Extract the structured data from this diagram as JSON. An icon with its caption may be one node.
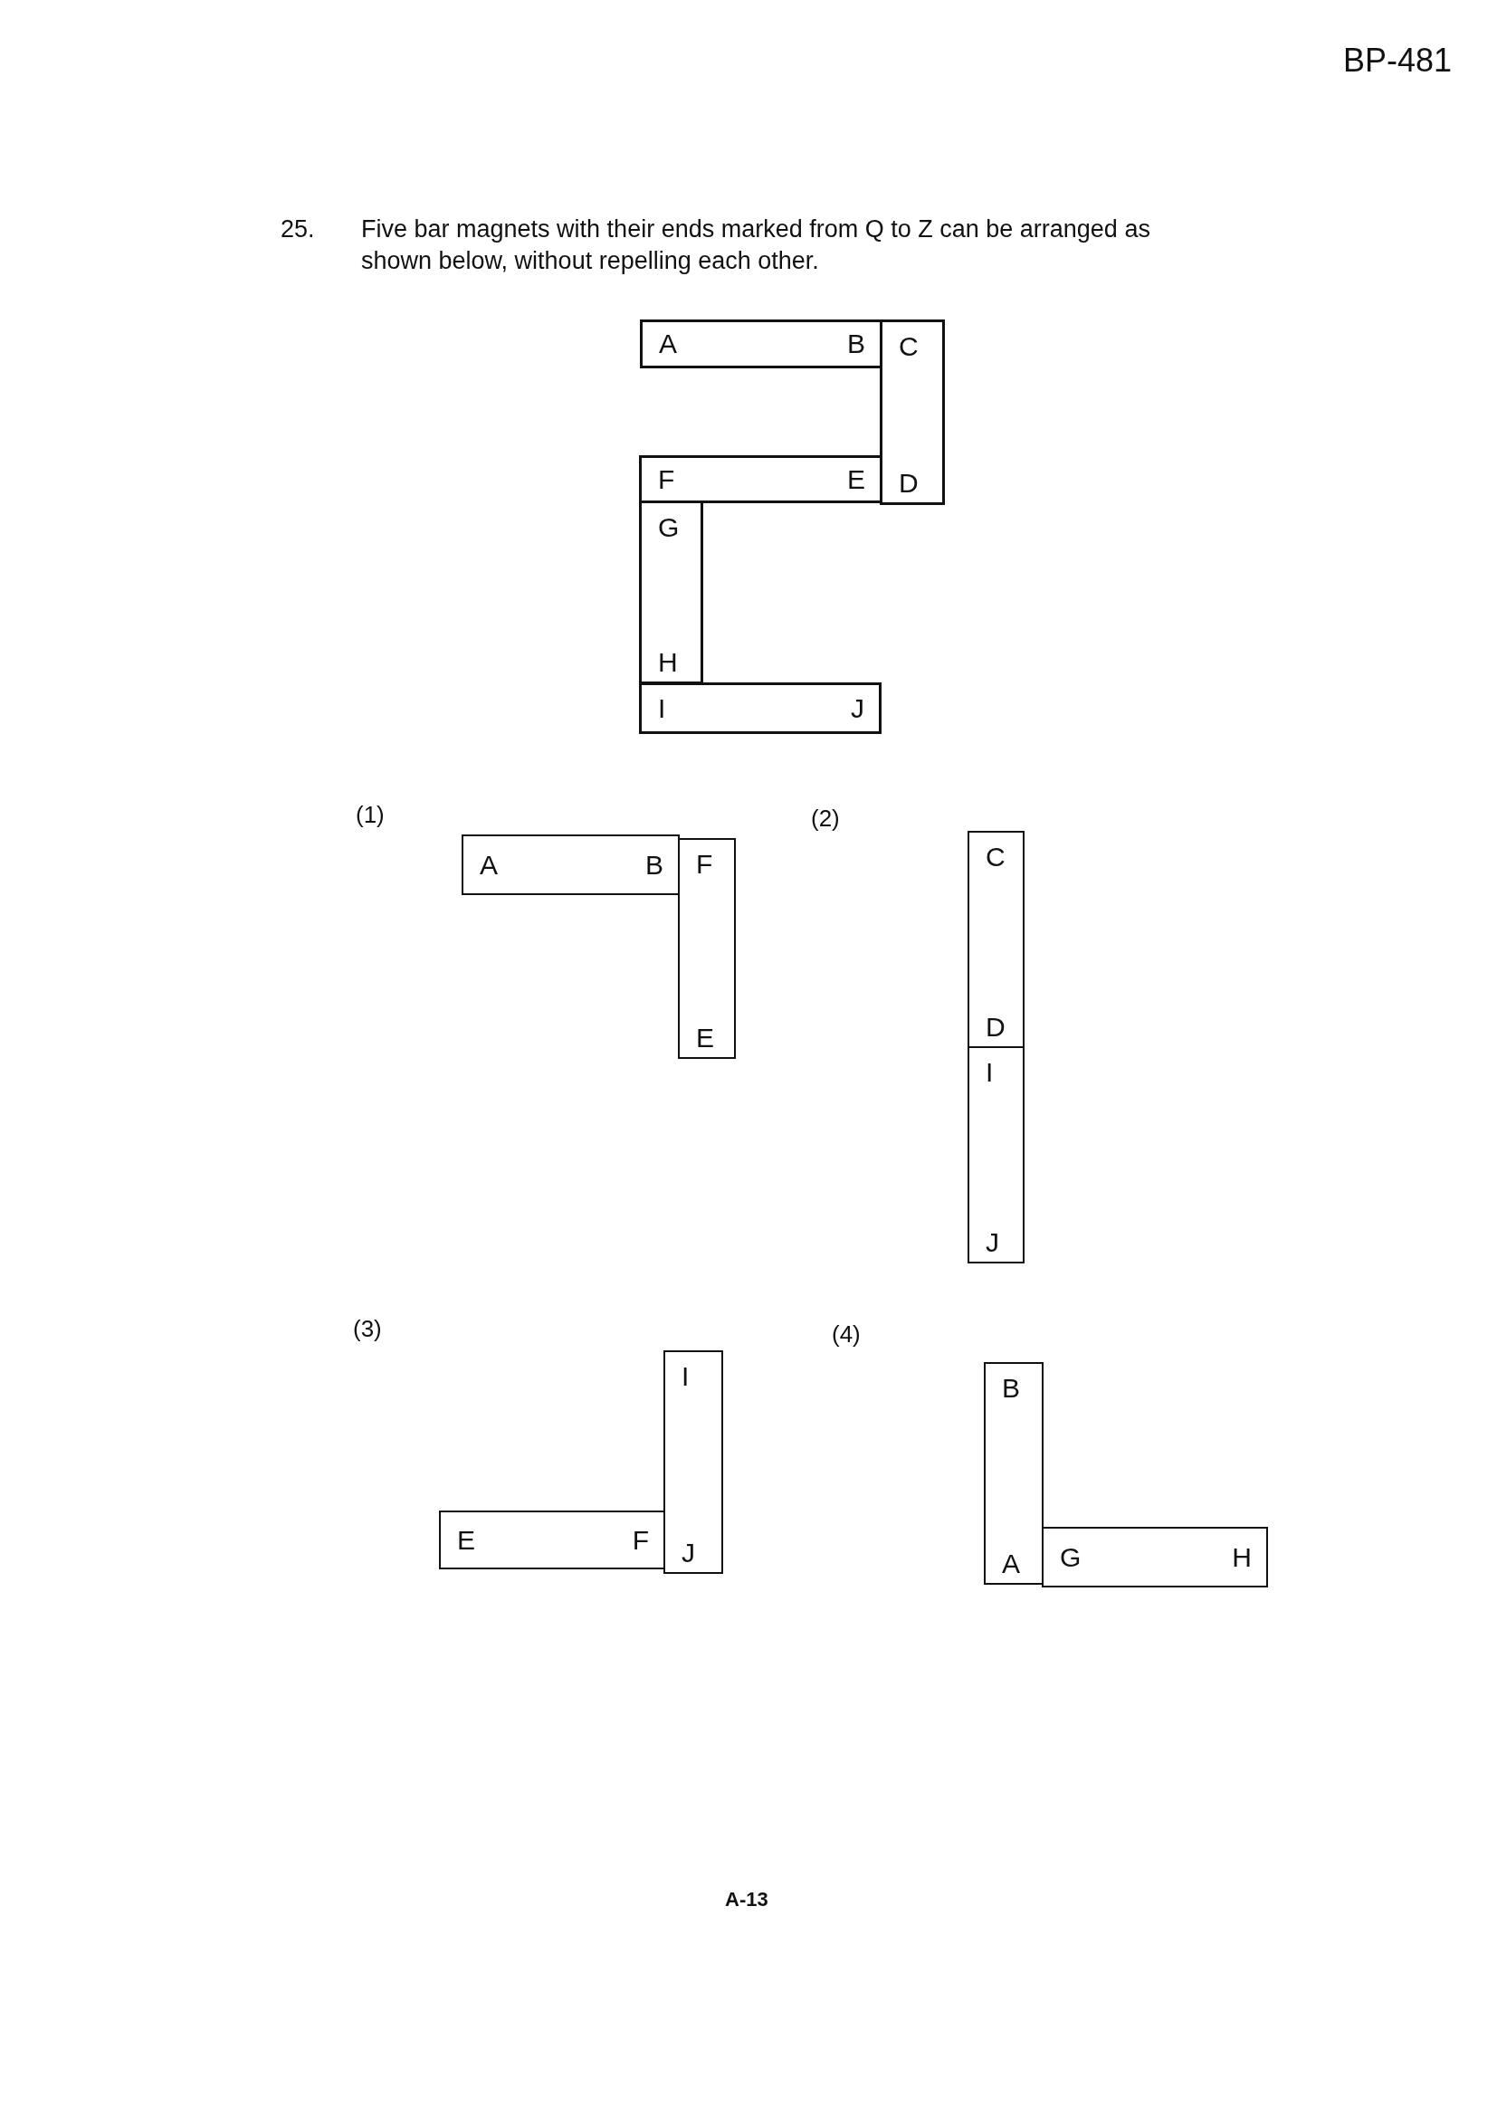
{
  "diagram": {
    "nodes": [
      {
        "text": [
          "A",
          "B"
        ]
      },
      {
        "text": [
          "C",
          "D"
        ]
      },
      {
        "text": [
          "F",
          "E"
        ]
      },
      {
        "text": [
          "G",
          "H"
        ]
      },
      {
        "text": [
          "I",
          "J"
        ]
      },
      {
        "text": [
          "A",
          "B"
        ]
      },
      {
        "text": [
          "F",
          "E"
        ]
      },
      {
        "text": [
          "C",
          "D"
        ]
      },
      {
        "text": [
          "I",
          "J"
        ]
      },
      {
        "text": [
          "E",
          "F"
        ]
      },
      {
        "text": [
          "I",
          "J"
        ]
      },
      {
        "text": [
          "B",
          "A"
        ]
      },
      {
        "text": [
          "G",
          "H"
        ]
      }
    ],
    "labels": [
      "BP-481",
      "25.",
      "Five bar magnets with their ends marked from Q to Z can be arranged as shown below, without repelling each other.",
      "(1)",
      "(2)",
      "(3)",
      "(4)",
      "A-13"
    ]
  }
}
